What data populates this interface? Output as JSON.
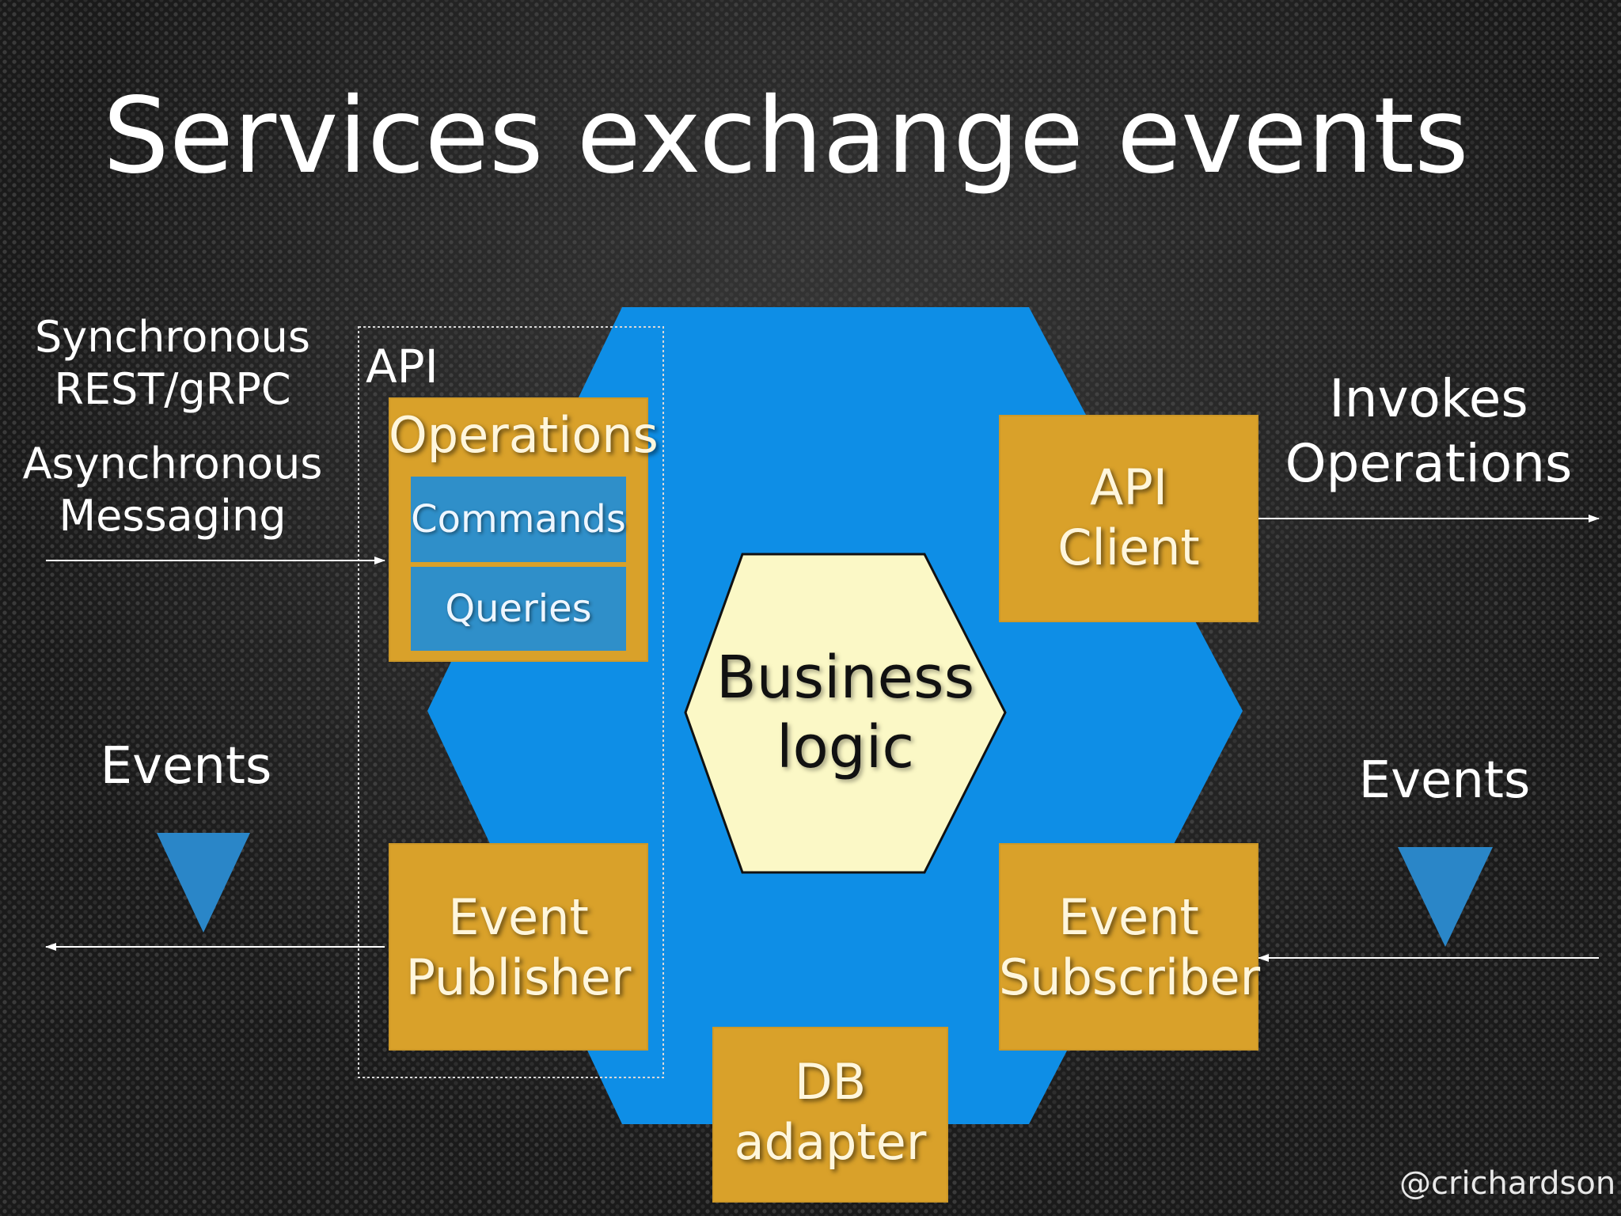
{
  "title": "Services exchange events",
  "left": {
    "sync_line1": "Synchronous",
    "sync_line2": "REST/gRPC",
    "async_line1": "Asynchronous",
    "async_line2": "Messaging",
    "events": "Events"
  },
  "api": {
    "label": "API",
    "operations": "Operations",
    "commands": "Commands",
    "queries": "Queries"
  },
  "event_publisher": {
    "line1": "Event",
    "line2": "Publisher"
  },
  "business_logic": {
    "line1": "Business",
    "line2": "logic"
  },
  "db_adapter": {
    "line1": "DB",
    "line2": "adapter"
  },
  "api_client": {
    "line1": "API",
    "line2": "Client"
  },
  "event_subscriber": {
    "line1": "Event",
    "line2": "Subscriber"
  },
  "right": {
    "invokes_line1": "Invokes",
    "invokes_line2": "Operations",
    "events": "Events"
  },
  "handle": "@crichardson",
  "colors": {
    "hexagon_blue": "#0e8ee6",
    "gold": "#d9a12a",
    "inner_blue": "#2f8fc9",
    "business_fill": "#fbf8c6",
    "triangle_blue": "#2a86c8"
  }
}
